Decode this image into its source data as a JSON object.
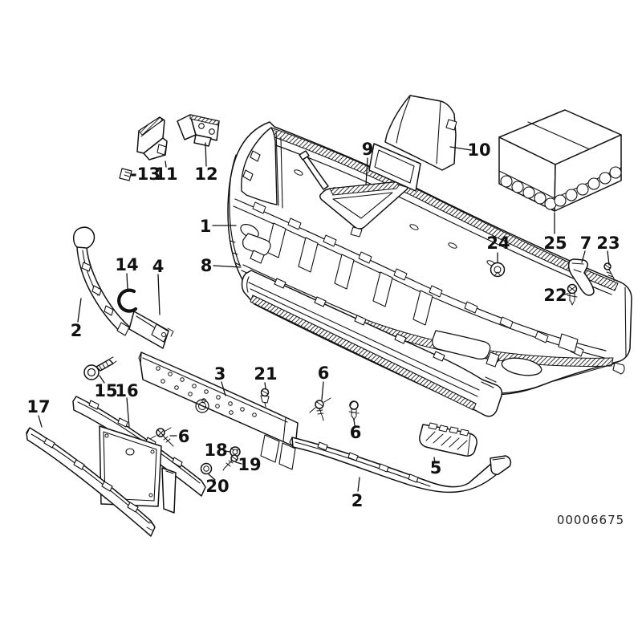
{
  "diagram": {
    "drawing_number": "00006675",
    "background_color": "#ffffff",
    "line_color": "#111111",
    "callouts": [
      {
        "label": "1"
      },
      {
        "label": "2"
      },
      {
        "label": "2"
      },
      {
        "label": "3"
      },
      {
        "label": "4"
      },
      {
        "label": "5"
      },
      {
        "label": "6"
      },
      {
        "label": "6"
      },
      {
        "label": "6"
      },
      {
        "label": "7"
      },
      {
        "label": "8"
      },
      {
        "label": "9"
      },
      {
        "label": "10"
      },
      {
        "label": "11"
      },
      {
        "label": "12"
      },
      {
        "label": "-13"
      },
      {
        "label": "14"
      },
      {
        "label": "15"
      },
      {
        "label": "16"
      },
      {
        "label": "17"
      },
      {
        "label": "18"
      },
      {
        "label": "19"
      },
      {
        "label": "20"
      },
      {
        "label": "21"
      },
      {
        "label": "22"
      },
      {
        "label": "23"
      },
      {
        "label": "24"
      },
      {
        "label": "25"
      }
    ]
  }
}
